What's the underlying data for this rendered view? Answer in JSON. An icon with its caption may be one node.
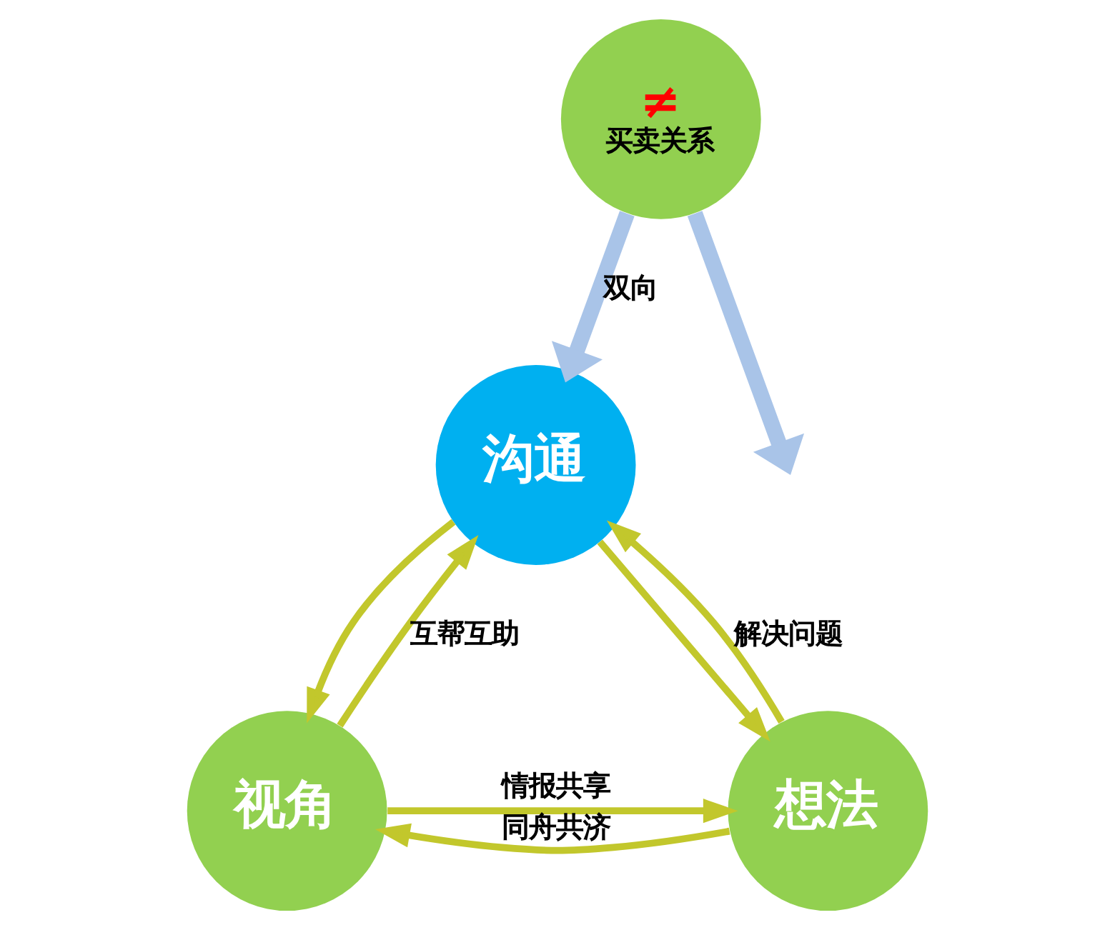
{
  "diagram": {
    "nodes": [
      {
        "text": [
          "沟通"
        ]
      },
      {
        "text": [
          "视角"
        ]
      },
      {
        "text": [
          "想法"
        ]
      },
      {
        "text": [
          "≠",
          "买卖关系"
        ]
      }
    ],
    "edges": [
      {
        "from": 1,
        "to": 0,
        "arrow": "to",
        "label": "互帮互助"
      },
      {
        "from": 0,
        "to": 1,
        "arrow": "to"
      },
      {
        "from": 2,
        "to": 0,
        "arrow": "to",
        "label": "解决问题"
      },
      {
        "from": 0,
        "to": 2,
        "arrow": "to"
      },
      {
        "from": 1,
        "to": 2,
        "arrow": "to",
        "label": "情报共享"
      },
      {
        "from": 2,
        "to": 1,
        "arrow": "to",
        "label": "同舟共济"
      },
      {
        "from": 3,
        "to": 0,
        "arrow": "to",
        "label": "双向",
        "style": "thick",
        "color": "#a9c4e8"
      },
      {
        "from": 3,
        "to": null,
        "arrow": "to",
        "style": "thick",
        "color": "#a9c4e8"
      }
    ]
  }
}
